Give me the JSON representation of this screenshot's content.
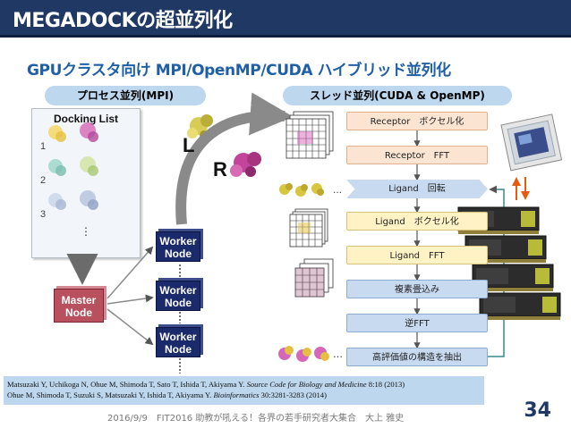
{
  "header": {
    "title": "MEGADOCKの超並列化"
  },
  "subtitle": "GPUクラスタ向け MPI/OpenMP/CUDA ハイブリッド並列化",
  "sections": {
    "process_parallel": "プロセス並列(MPI)",
    "thread_parallel": "スレッド並列(CUDA & OpenMP)"
  },
  "docking_list": {
    "title": "Docking List",
    "rows": [
      "1",
      "2",
      "3"
    ],
    "more": "⋮"
  },
  "labels": {
    "ligand": "L",
    "receptor": "R"
  },
  "nodes": {
    "master": {
      "line1": "Master",
      "line2": "Node"
    },
    "workers": [
      {
        "line1": "Worker",
        "line2": "Node"
      },
      {
        "line1": "Worker",
        "line2": "Node"
      },
      {
        "line1": "Worker",
        "line2": "Node"
      }
    ]
  },
  "pipeline": {
    "steps": [
      "Receptor　ボクセル化",
      "Receptor　FFT",
      "Ligand　回転",
      "Ligand　ボクセル化",
      "Ligand　FFT",
      "複素畳込み",
      "逆FFT",
      "高評価値の構造を抽出"
    ],
    "ellipsis": "…"
  },
  "colors": {
    "title_bar": "#1f3864",
    "subtitle": "#1f5fa8",
    "pill": "#bdd7ee",
    "worker": "#1a2a6b",
    "master": "#b9505d",
    "cpu_gpu_arrow": "#e85a10"
  },
  "references": {
    "line1_authors": "Matsuzaki Y, Uchikoga N, Ohue M, Shimoda T, Sato T, Ishida T, Akiyama Y. ",
    "line1_journal": "Source Code for Biology and Medicine",
    "line1_tail": " 8:18 (2013)",
    "line2_authors": "Ohue M, Shimoda T, Suzuki S, Matsuzaki Y, Ishida T, Akiyama Y. ",
    "line2_journal": "Bioinformatics",
    "line2_tail": " 30:3281-3283 (2014)"
  },
  "footer": {
    "text": "2016/9/9　FIT2016 助教が吼える！各界の若手研究者大集合　大上 雅史",
    "page": "34"
  }
}
